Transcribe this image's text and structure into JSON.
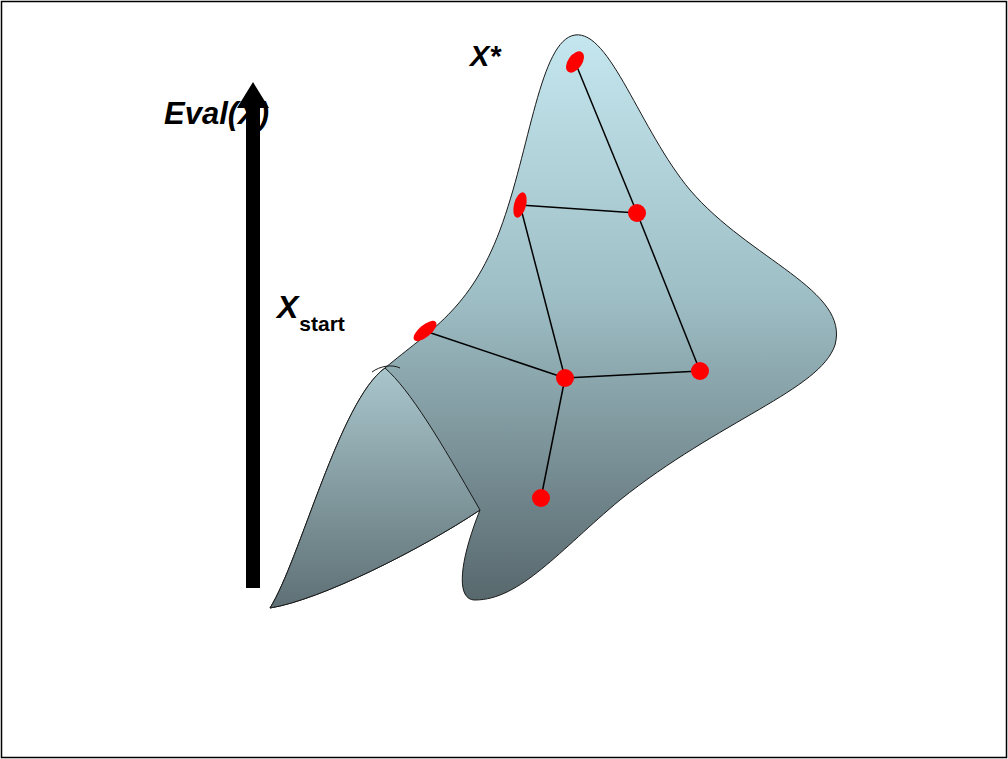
{
  "diagram": {
    "labels": [
      "Eval(X)",
      "X*",
      "X",
      "start"
    ]
  }
}
